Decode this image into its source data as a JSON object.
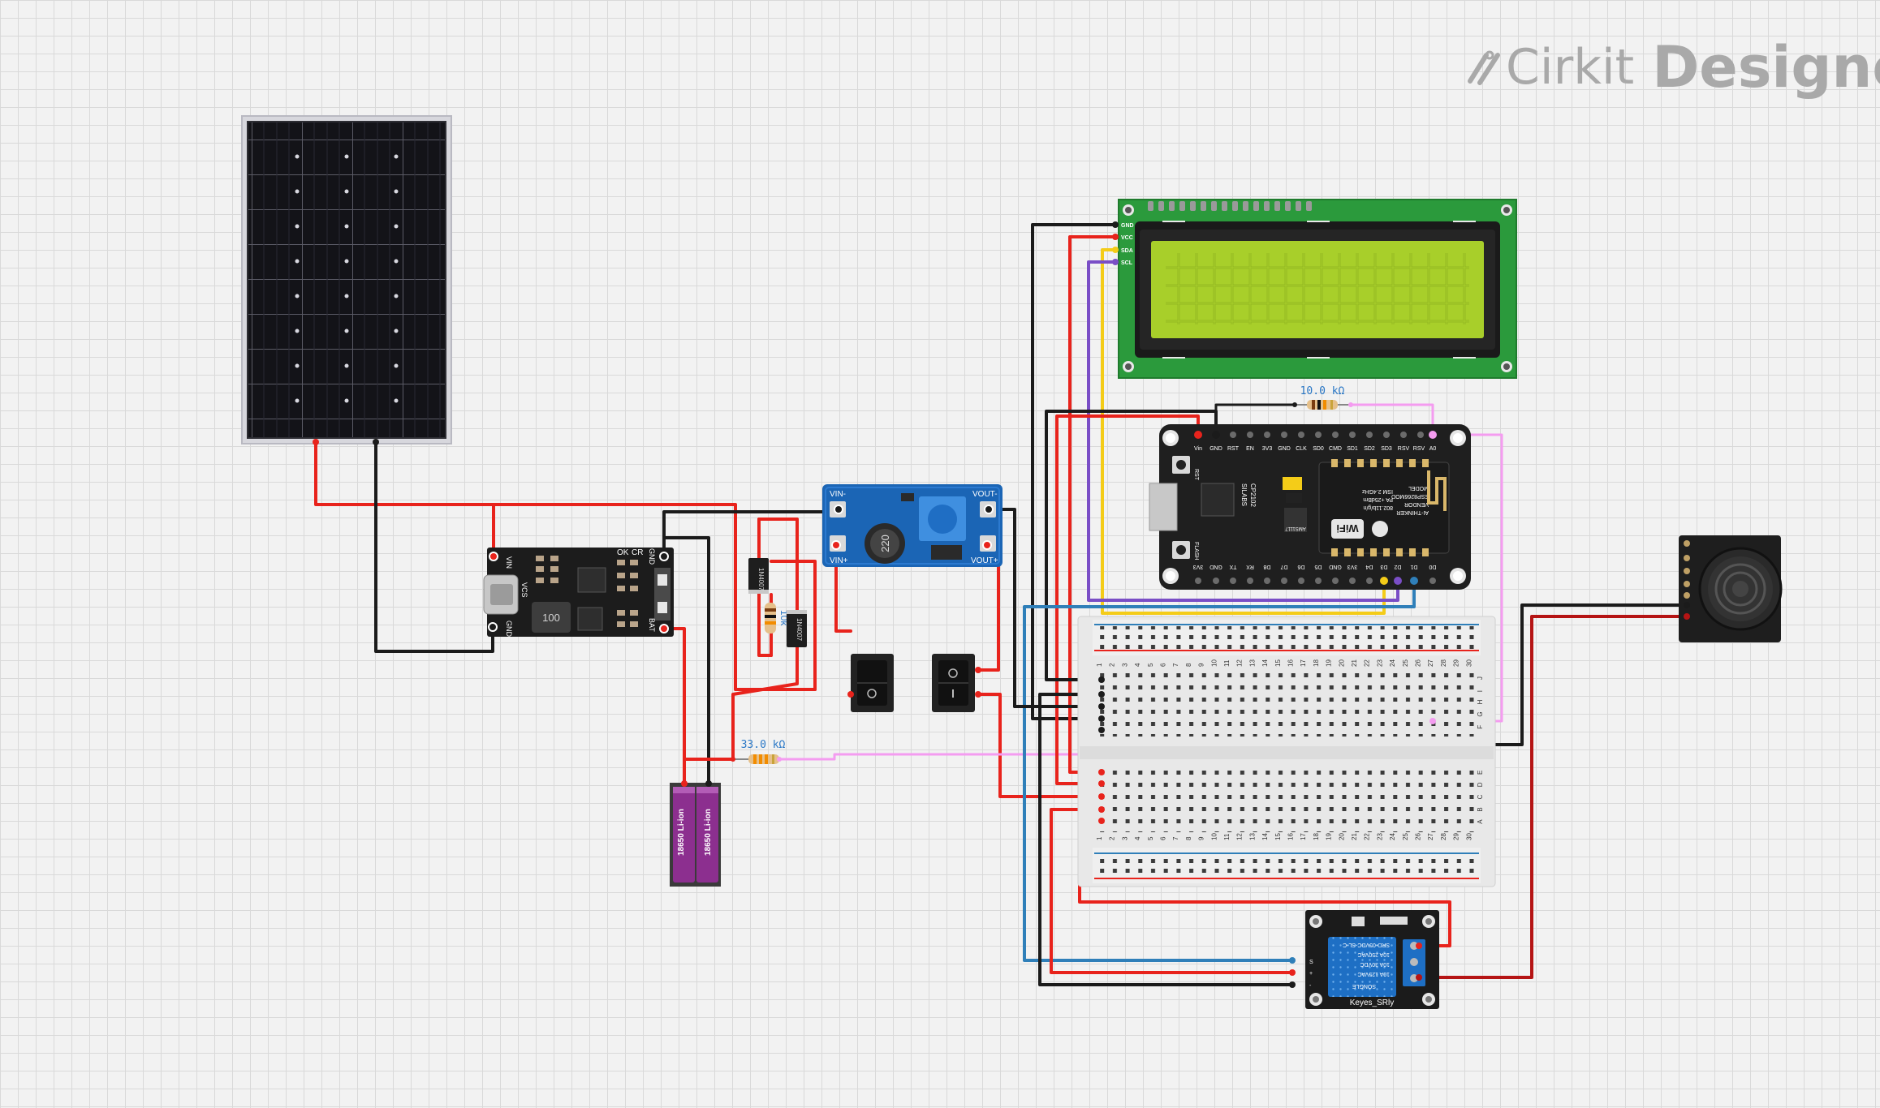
{
  "brand": {
    "name": "Cirkit",
    "product": "Designer"
  },
  "components": {
    "lcd": {
      "pins": [
        "GND",
        "VCC",
        "SDA",
        "SCL"
      ]
    },
    "esp": {
      "top_pins": [
        "Vin",
        "GND",
        "RST",
        "EN",
        "3V3",
        "GND",
        "CLK",
        "SD0",
        "CMD",
        "SD1",
        "SD2",
        "SD3",
        "RSV",
        "RSV",
        "A0"
      ],
      "bottom_pins": [
        "3V3",
        "GND",
        "TX",
        "RX",
        "D8",
        "D7",
        "D6",
        "D5",
        "GND",
        "3V3",
        "D4",
        "D3",
        "D2",
        "D1",
        "D0"
      ],
      "chip_text": [
        "MODEL",
        "ESP8266MOD",
        "VENDOR",
        "AI-THINKER",
        "ISM 2.4GHz",
        "PA +25dBm",
        "802.11b/g/n"
      ],
      "usb_chip": [
        "SILABS",
        "CP2102"
      ],
      "buttons": [
        "RST",
        "FLASH"
      ],
      "small_text": [
        "AMS1117"
      ],
      "wifi_text": "WiFi"
    },
    "charger": {
      "labels": [
        "VIN",
        "OK",
        "CR",
        "GND",
        "VCS",
        "GND",
        "BAT",
        "100"
      ]
    },
    "boost": {
      "labels": [
        "VIN-",
        "VOUT-",
        "VIN+",
        "VOUT+",
        "220"
      ]
    },
    "diode1": {
      "label": "1N4007"
    },
    "diode2": {
      "label": "1N4007"
    },
    "res_small": {
      "label": "10k"
    },
    "res_top": {
      "label": "10.0 kΩ"
    },
    "res_bottom": {
      "label": "33.0 kΩ"
    },
    "battery1": {
      "label": "18650 Li-ion"
    },
    "battery2": {
      "label": "18650 Li-ion"
    },
    "breadboard": {
      "columns": [
        "1",
        "2",
        "3",
        "4",
        "5",
        "6",
        "7",
        "8",
        "9",
        "10",
        "11",
        "12",
        "13",
        "14",
        "15",
        "16",
        "17",
        "18",
        "19",
        "20",
        "21",
        "22",
        "23",
        "24",
        "25",
        "26",
        "27",
        "28",
        "29",
        "30"
      ],
      "rows_top": [
        "J",
        "I",
        "H",
        "G",
        "F"
      ],
      "rows_bottom": [
        "E",
        "D",
        "C",
        "B",
        "A"
      ]
    },
    "relay": {
      "title": "Keyes_SRly",
      "relay_text": [
        "SRD-05VDC-SL-C",
        "10A 250VAC",
        "10A 30VDC",
        "10A 125VAC",
        "SONGLE"
      ],
      "pins": [
        "S",
        "+",
        "-"
      ]
    }
  },
  "colors": {
    "red": "#e8231c",
    "black": "#1b1b1b",
    "pink": "#f49cf0",
    "yellow": "#f4cc18",
    "purple": "#7a4ec6",
    "blue": "#2f7fb9",
    "darkred": "#b51414",
    "label_blue": "#2b78c6",
    "grid": "#d9d9d9",
    "background": "#f2f2f2"
  }
}
